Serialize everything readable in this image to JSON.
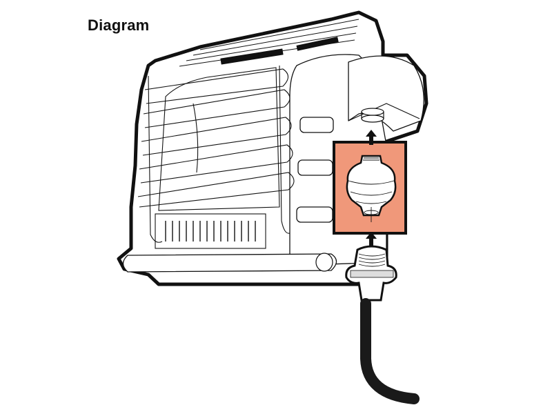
{
  "title": "Diagram",
  "diagram": {
    "subject": "portable propane heater with fuel filter connection",
    "components": [
      {
        "id": "heater-body",
        "label": "heater"
      },
      {
        "id": "heater-grill",
        "label": "wire safety grill"
      },
      {
        "id": "fuel-inlet",
        "label": "propane inlet on regulator housing"
      },
      {
        "id": "fuel-filter",
        "label": "fuel filter (highlighted)"
      },
      {
        "id": "hose-fitting",
        "label": "threaded hose fitting"
      },
      {
        "id": "hose",
        "label": "propane hose"
      }
    ],
    "flow": [
      "hose",
      "hose-fitting",
      "fuel-filter",
      "fuel-inlet"
    ],
    "colors": {
      "highlight_fill": "#F0987A",
      "outline": "#111111",
      "hose": "#1a1a1a",
      "background": "#FFFFFF"
    }
  }
}
